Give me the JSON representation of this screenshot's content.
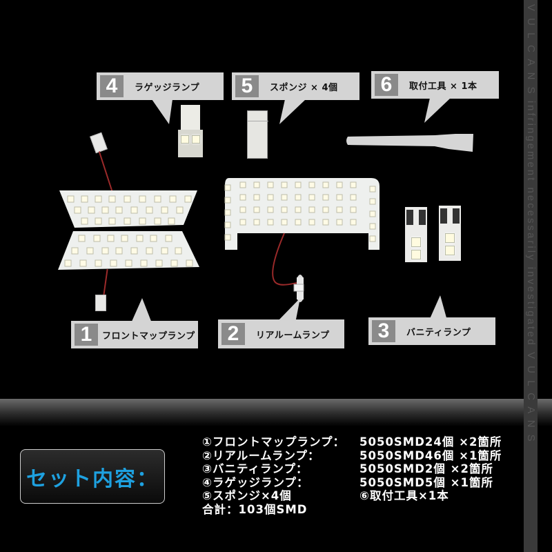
{
  "callouts": [
    {
      "num": "1",
      "label": "フロントマップランプ"
    },
    {
      "num": "2",
      "label": "リアルームランプ"
    },
    {
      "num": "3",
      "label": "バニティランプ"
    },
    {
      "num": "4",
      "label": "ラゲッジランプ"
    },
    {
      "num": "5",
      "label": "スポンジ × 4個"
    },
    {
      "num": "6",
      "label": "取付工具 × 1本"
    }
  ],
  "set_title": "セット内容：",
  "contents": [
    {
      "item": "①フロントマップランプ：",
      "spec": "5050SMD24個 ×2箇所"
    },
    {
      "item": "②リアルームランプ：",
      "spec": "5050SMD46個 ×1箇所"
    },
    {
      "item": "③バニティランプ：",
      "spec": "5050SMD2個 ×2箇所"
    },
    {
      "item": "④ラゲッジランプ：",
      "spec": "5050SMD5個 ×1箇所"
    },
    {
      "item": "⑤スポンジ×4個",
      "spec": "⑥取付工具×1本"
    },
    {
      "item": "合計：103個SMD",
      "spec": ""
    }
  ],
  "watermark": "V U L C A N S   infringement necessarily investigated   V U L C A N S",
  "colors": {
    "accent": "#1ea1e0",
    "callout_bg": "#d4d4d4",
    "num_bg": "#8a8a8a"
  }
}
